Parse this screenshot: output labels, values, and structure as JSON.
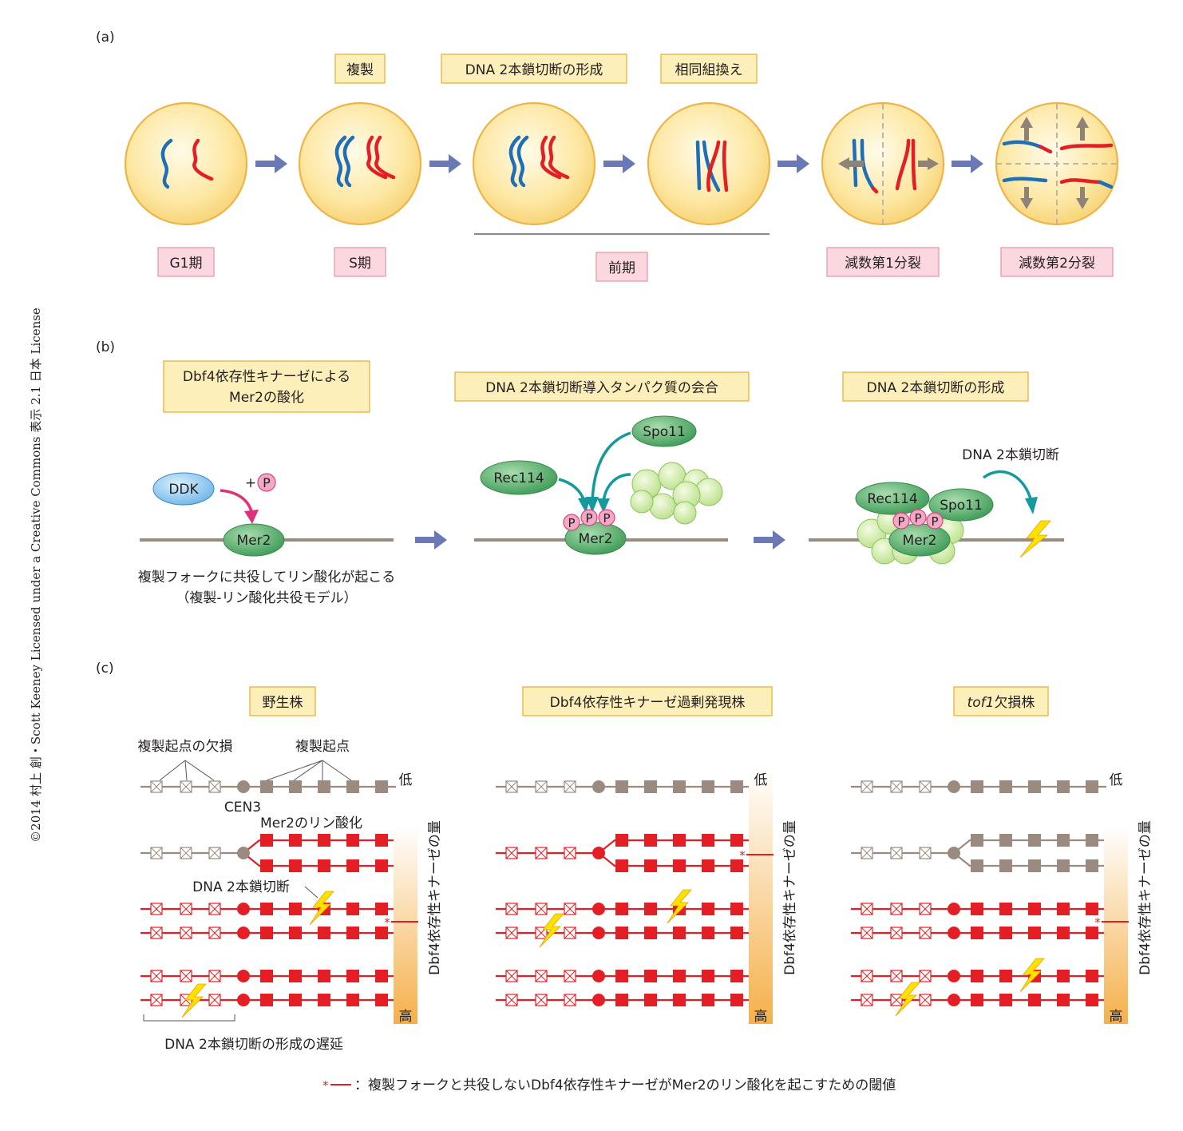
{
  "copyright": "©2014 村上 創・Scott Keeney Licensed under a Creative Commons 表示 2.1 日本 License",
  "panel_a": {
    "label": "(a)",
    "stages_top": [
      "複製",
      "DNA 2本鎖切断の形成",
      "相同組換え"
    ],
    "phases": [
      "G1期",
      "S期",
      "前期",
      "減数第1分裂",
      "減数第2分裂"
    ]
  },
  "panel_b": {
    "label": "(b)",
    "step1": [
      "Dbf4依存性キナーゼによる",
      "Mer2の酸化"
    ],
    "step2": "DNA 2本鎖切断導入タンパク質の会合",
    "step3": "DNA 2本鎖切断の形成",
    "ddk": "DDK",
    "plus": "+",
    "p": "P",
    "mer2": "Mer2",
    "rec114": "Rec114",
    "spo11": "Spo11",
    "dsb": "DNA 2本鎖切断",
    "note": [
      "複製フォークに共役してリン酸化が起こる",
      "（複製-リン酸化共役モデル）"
    ]
  },
  "panel_c": {
    "label": "(c)",
    "titles": [
      "野生株",
      "Dbf4依存性キナーゼ過剰発現株",
      "tof1",
      "欠損株"
    ],
    "origin_deleted": "複製起点の欠損",
    "origin": "複製起点",
    "cen3": "CEN3",
    "mer2_phos": "Mer2のリン酸化",
    "dsb": "DNA 2本鎖切断",
    "delay": "DNA 2本鎖切断の形成の遅延",
    "low": "低",
    "high": "高",
    "bar_label": "Dbf4依存性キナーゼの量",
    "star": "*",
    "legend": "：複製フォークと共役しないDbf4依存性キナーゼがMer2のリン酸化を起こすための閾値"
  }
}
